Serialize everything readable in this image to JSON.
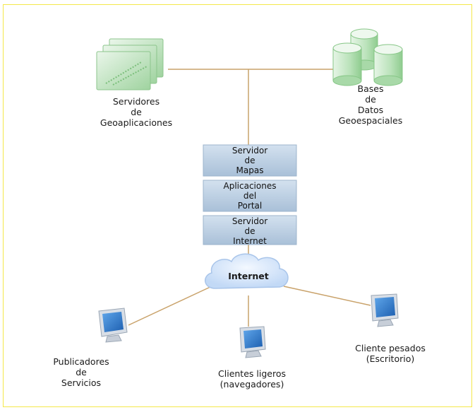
{
  "nodes": {
    "app_servers": {
      "label": "Servidores\nde\nGeoaplicaciones"
    },
    "geodatabases": {
      "label": "Bases\nde\nDatos\nGeoespaciales"
    },
    "map_server": {
      "label": "Servidor\nde\nMapas"
    },
    "portal_apps": {
      "label": "Aplicaciones\ndel\nPortal"
    },
    "internet_server": {
      "label": "Servidor\nde\nInternet"
    },
    "internet_cloud": {
      "label": "Internet"
    },
    "publishers": {
      "label": "Publicadores\nde\nServicios"
    },
    "light_clients": {
      "label": "Clientes ligeros\n(navegadores)"
    },
    "heavy_clients": {
      "label": "Cliente pesados\n(Escritorio)"
    }
  },
  "colors": {
    "border": "#f4e84a",
    "connector": "#c9a26a",
    "server_box": "#b8cde0",
    "server_icon": "#a8d8a8",
    "db_icon": "#b5e0b5",
    "cloud": "#d6e6fb",
    "monitor": "#3a7fd0"
  }
}
